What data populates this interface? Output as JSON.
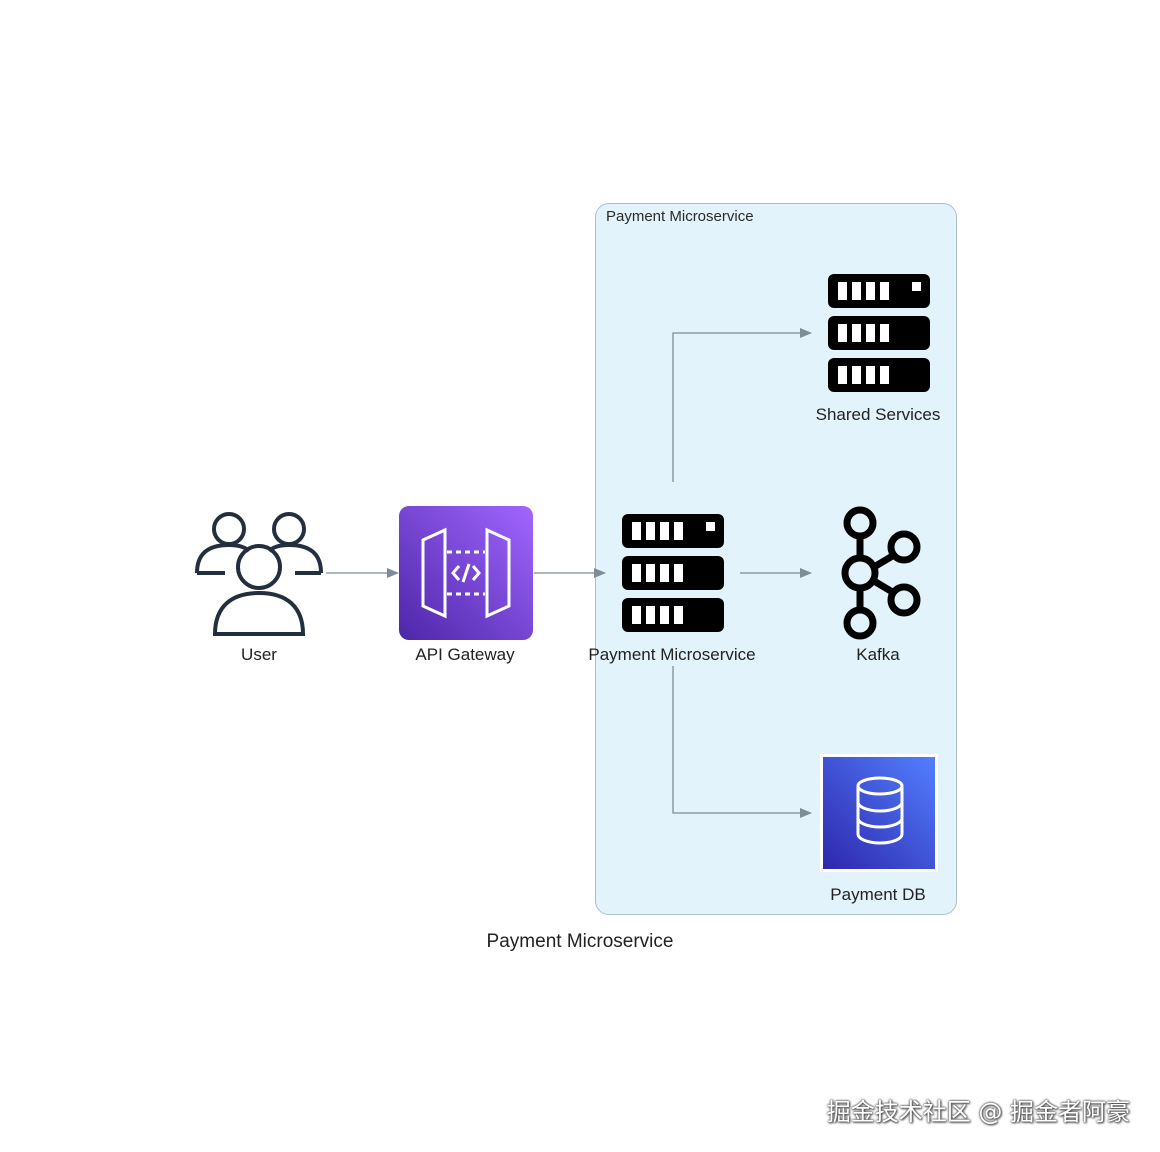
{
  "diagram": {
    "cluster": {
      "label": "Payment Microservice",
      "fill": "#e3f3fb",
      "border": "#aebfc8"
    },
    "nodes": {
      "user": {
        "label": "User",
        "icon": "users-icon"
      },
      "api_gateway": {
        "label": "API Gateway",
        "icon": "api-gateway-icon",
        "color": "#8c4fe0"
      },
      "payment_service": {
        "label": "Payment Microservice",
        "icon": "server-icon"
      },
      "shared_services": {
        "label": "Shared Services",
        "icon": "server-icon"
      },
      "kafka": {
        "label": "Kafka",
        "icon": "kafka-icon"
      },
      "payment_db": {
        "label": "Payment DB",
        "icon": "database-icon",
        "color": "#3c4fd8"
      }
    },
    "edges": [
      {
        "from": "user",
        "to": "api_gateway"
      },
      {
        "from": "api_gateway",
        "to": "payment_service"
      },
      {
        "from": "payment_service",
        "to": "shared_services"
      },
      {
        "from": "payment_service",
        "to": "kafka"
      },
      {
        "from": "payment_service",
        "to": "payment_db"
      }
    ],
    "edge_color": "#7f8c95",
    "caption": "Payment Microservice"
  },
  "watermark": "掘金技术社区 @ 掘金者阿豪"
}
